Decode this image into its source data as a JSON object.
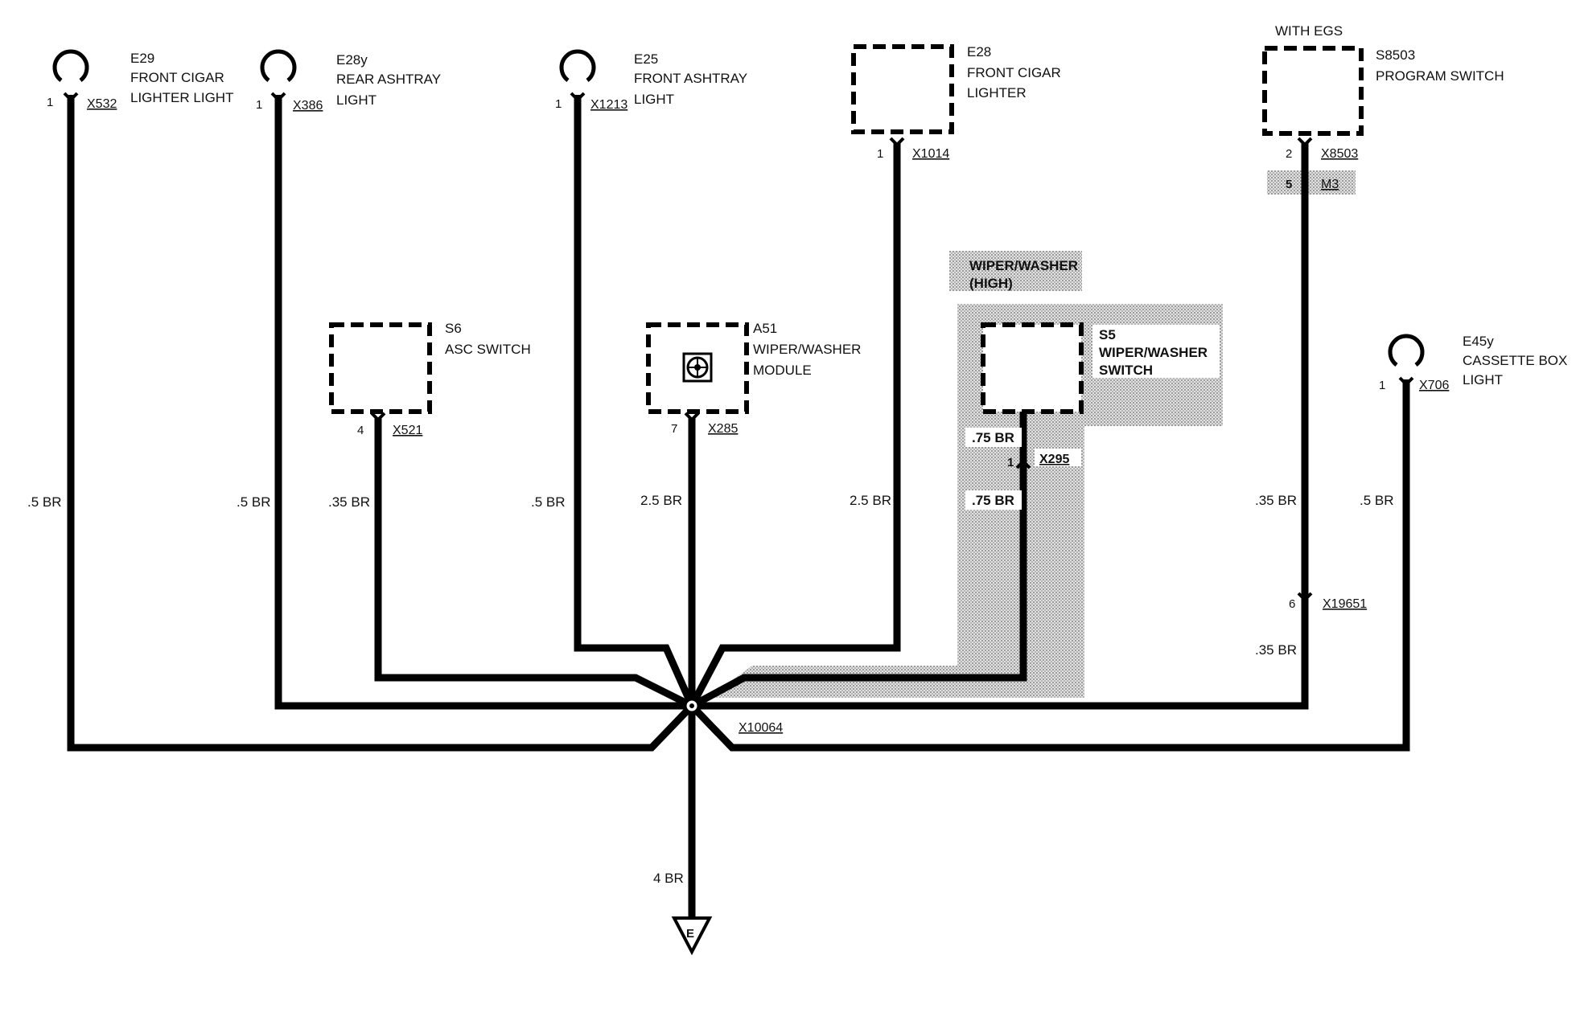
{
  "components": {
    "e29": {
      "id": "E29",
      "line1": "FRONT CIGAR",
      "line2": "LIGHTER LIGHT",
      "pin": "1",
      "connector": "X532",
      "wire": ".5 BR"
    },
    "e28y": {
      "id": "E28y",
      "line1": "REAR ASHTRAY",
      "line2": "LIGHT",
      "pin": "1",
      "connector": "X386",
      "wire": ".5 BR"
    },
    "e25": {
      "id": "E25",
      "line1": "FRONT ASHTRAY",
      "line2": "LIGHT",
      "pin": "1",
      "connector": "X1213",
      "wire": ".5 BR"
    },
    "e28": {
      "id": "E28",
      "line1": "FRONT CIGAR",
      "line2": "LIGHTER",
      "pin": "1",
      "connector": "X1014",
      "wire": "2.5 BR"
    },
    "s8503": {
      "note": "WITH EGS",
      "id": "S8503",
      "line1": "PROGRAM SWITCH",
      "pin": "2",
      "connector": "X8503",
      "alt_pin": "5",
      "alt_connector": "M3",
      "wire_upper": ".35 BR",
      "pin_lower": "6",
      "connector_lower": "X19651",
      "wire_lower": ".35 BR"
    },
    "s6": {
      "id": "S6",
      "line1": "ASC SWITCH",
      "pin": "4",
      "connector": "X521",
      "wire": ".35 BR"
    },
    "a51": {
      "id": "A51",
      "line1": "WIPER/WASHER",
      "line2": "MODULE",
      "pin": "7",
      "connector": "X285",
      "wire": "2.5 BR"
    },
    "s5": {
      "group_line1": "WIPER/WASHER",
      "group_line2": "(HIGH)",
      "id": "S5",
      "line1": "WIPER/WASHER",
      "line2": "SWITCH",
      "pin": "1",
      "connector": "X295",
      "wire_upper": ".75 BR",
      "wire_lower": ".75 BR"
    },
    "e45y": {
      "id": "E45y",
      "line1": "CASSETTE BOX",
      "line2": "LIGHT",
      "pin": "1",
      "connector": "X706",
      "wire": ".5 BR"
    }
  },
  "splice": {
    "connector": "X10064"
  },
  "ground": {
    "wire": "4 BR",
    "symbol": "E"
  },
  "colors": {
    "wire": "#000000",
    "highlight": "#bdbdbd"
  }
}
